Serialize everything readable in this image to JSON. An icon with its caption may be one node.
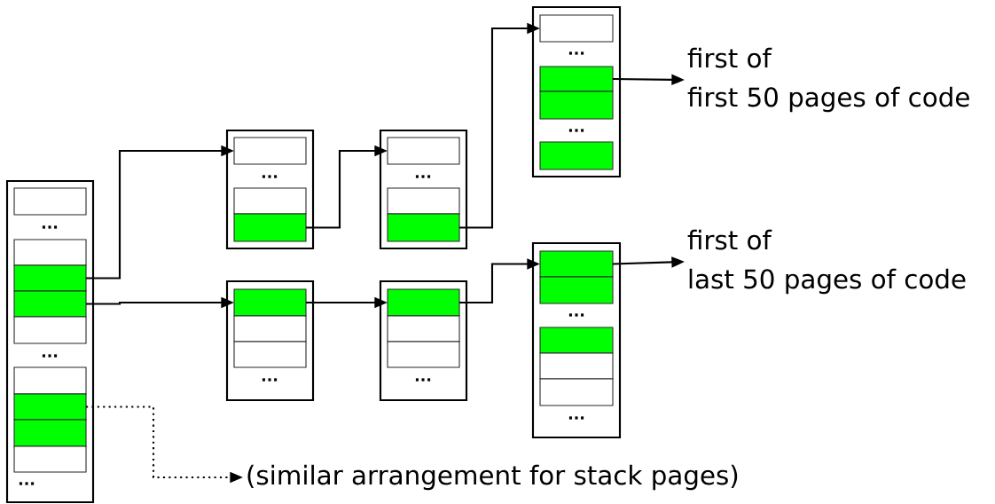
{
  "diagram": {
    "nodes": [
      {
        "text": [],
        "shape": "box"
      },
      {
        "text": [],
        "shape": "box",
        "in": 0
      },
      {
        "text": [],
        "shape": "box",
        "in": 0
      },
      {
        "text": [],
        "shape": "box",
        "in": 0
      },
      {
        "text": [],
        "shape": "box",
        "in": 0
      },
      {
        "text": [],
        "shape": "box",
        "in": 0
      },
      {
        "text": [],
        "shape": "box",
        "in": 0
      },
      {
        "text": [],
        "shape": "box",
        "in": 0
      },
      {
        "text": [],
        "shape": "box",
        "in": 0
      },
      {
        "text": [],
        "shape": "box",
        "in": 0
      },
      {
        "text": [],
        "shape": "box"
      },
      {
        "text": [],
        "shape": "box",
        "in": 10
      },
      {
        "text": [],
        "shape": "box",
        "in": 10
      },
      {
        "text": [],
        "shape": "box",
        "in": 10
      },
      {
        "text": [],
        "shape": "box"
      },
      {
        "text": [],
        "shape": "box",
        "in": 14
      },
      {
        "text": [],
        "shape": "box",
        "in": 14
      },
      {
        "text": [],
        "shape": "box",
        "in": 14
      },
      {
        "text": [],
        "shape": "box"
      },
      {
        "text": [],
        "shape": "box",
        "in": 18
      },
      {
        "text": [],
        "shape": "box",
        "in": 18
      },
      {
        "text": [],
        "shape": "box",
        "in": 18
      },
      {
        "text": [],
        "shape": "box",
        "in": 18
      },
      {
        "text": [],
        "shape": "box"
      },
      {
        "text": [],
        "shape": "box",
        "in": 23
      },
      {
        "text": [],
        "shape": "box",
        "in": 23
      },
      {
        "text": [],
        "shape": "box",
        "in": 23
      },
      {
        "text": [],
        "shape": "box"
      },
      {
        "text": [],
        "shape": "box",
        "in": 27
      },
      {
        "text": [],
        "shape": "box",
        "in": 27
      },
      {
        "text": [],
        "shape": "box",
        "in": 27
      },
      {
        "text": [],
        "shape": "box"
      },
      {
        "text": [],
        "shape": "box",
        "in": 31
      },
      {
        "text": [],
        "shape": "box",
        "in": 31
      },
      {
        "text": [],
        "shape": "box",
        "in": 31
      },
      {
        "text": [],
        "shape": "box",
        "in": 31
      },
      {
        "text": [],
        "shape": "box",
        "in": 31
      },
      {
        "text": [
          "first of",
          "first 50 pages of code"
        ]
      },
      {
        "text": [
          "first of",
          "last 50 pages of code"
        ]
      },
      {
        "text": [
          "(similar arrangement for stack pages)"
        ]
      }
    ],
    "edges": [
      {
        "from": 3,
        "to": 11,
        "arrow": "to"
      },
      {
        "from": 4,
        "to": 24,
        "arrow": "to"
      },
      {
        "from": 7,
        "to": 39,
        "arrow": "to",
        "style": "dashed"
      },
      {
        "from": 13,
        "to": 15,
        "arrow": "to"
      },
      {
        "from": 17,
        "to": 19,
        "arrow": "to"
      },
      {
        "from": 20,
        "to": 37,
        "arrow": "to"
      },
      {
        "from": 24,
        "to": 28,
        "arrow": "to"
      },
      {
        "from": 28,
        "to": 32,
        "arrow": "to"
      },
      {
        "from": 32,
        "to": 38,
        "arrow": "to"
      }
    ],
    "labels": [
      "...",
      "...",
      "...",
      "...",
      "...",
      "...",
      "...",
      "...",
      "...",
      "...",
      "..."
    ]
  }
}
